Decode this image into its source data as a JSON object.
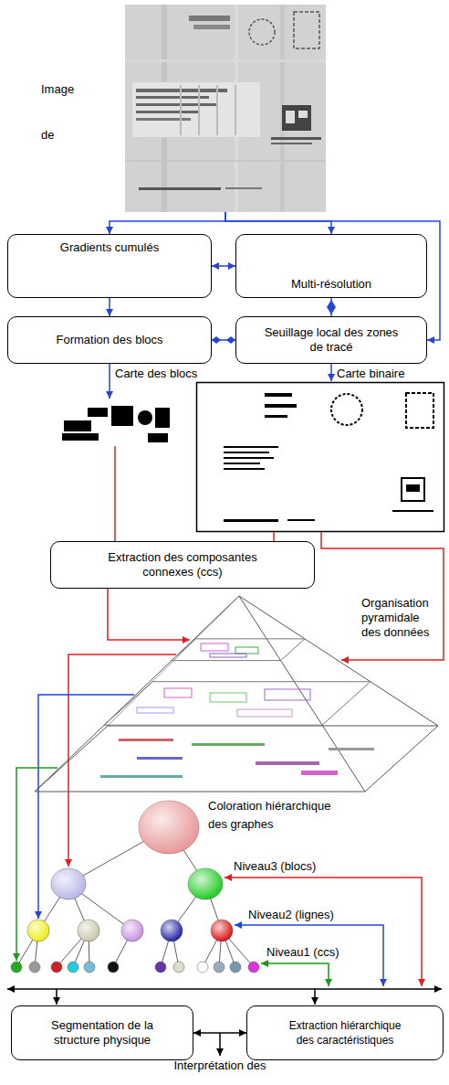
{
  "diagram": {
    "nodes": [
      {
        "text": [
          "Image de"
        ]
      },
      {
        "text": [
          "Gradients cumulés"
        ]
      },
      {
        "text": [
          "Multi-résolution"
        ]
      },
      {
        "text": [
          "Formation des blocs"
        ]
      },
      {
        "text": [
          "Seuillage local des zones de tracé"
        ]
      },
      {
        "text": [
          "Extraction des composantes connexes (ccs)"
        ]
      },
      {
        "text": [
          "Organisation pyramidale des données"
        ]
      },
      {
        "text": [
          "Coloration hiérarchique des graphes"
        ]
      },
      {
        "text": [
          "Segmentation de la structure physique"
        ]
      },
      {
        "text": [
          "Extraction hiérarchique des caractéristiques"
        ]
      }
    ],
    "edges": [
      {
        "from": 0,
        "to": 1,
        "arrow": "to"
      },
      {
        "from": 0,
        "to": 2,
        "arrow": "to"
      },
      {
        "from": 0,
        "to": 4,
        "arrow": "to"
      },
      {
        "from": 1,
        "to": 2,
        "arrow": "both"
      },
      {
        "from": 2,
        "to": 4,
        "arrow": "none"
      },
      {
        "from": 1,
        "to": 3,
        "arrow": "to"
      },
      {
        "from": 3,
        "to": 4,
        "arrow": "both"
      },
      {
        "from": 5,
        "to": 6,
        "arrow": "to"
      },
      {
        "from": 8,
        "to": 9,
        "arrow": "both"
      }
    ],
    "labels": [
      "Carte des blocs",
      "Carte binaire",
      "Niveau3 (blocs)",
      "Niveau2 (lignes)",
      "Niveau1 (ccs)",
      "Interprétation des"
    ]
  }
}
